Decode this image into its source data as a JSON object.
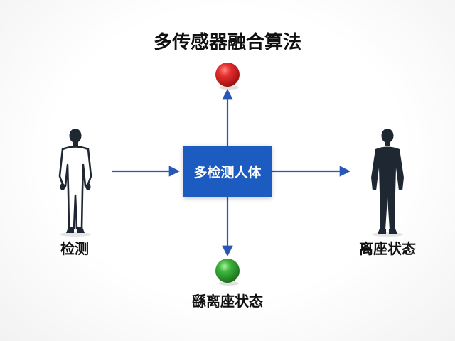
{
  "diagram": {
    "title": "多传感器融合算法",
    "center_box": {
      "label": "多检测人体",
      "color": "#1c5bbf"
    },
    "left_node": {
      "label": "检测"
    },
    "right_node": {
      "label": "离座状态"
    },
    "bottom_node": {
      "label": "繇离座状态"
    },
    "colors": {
      "arrow": "#2758b8",
      "top_indicator": "#d81e1e",
      "bottom_indicator": "#2fa62f",
      "figure_dark": "#1f2733"
    },
    "icons": {
      "left_figure": "human-outline-icon",
      "right_figure": "human-silhouette-icon",
      "top_indicator": "red-sphere-icon",
      "bottom_indicator": "green-sphere-icon"
    }
  }
}
